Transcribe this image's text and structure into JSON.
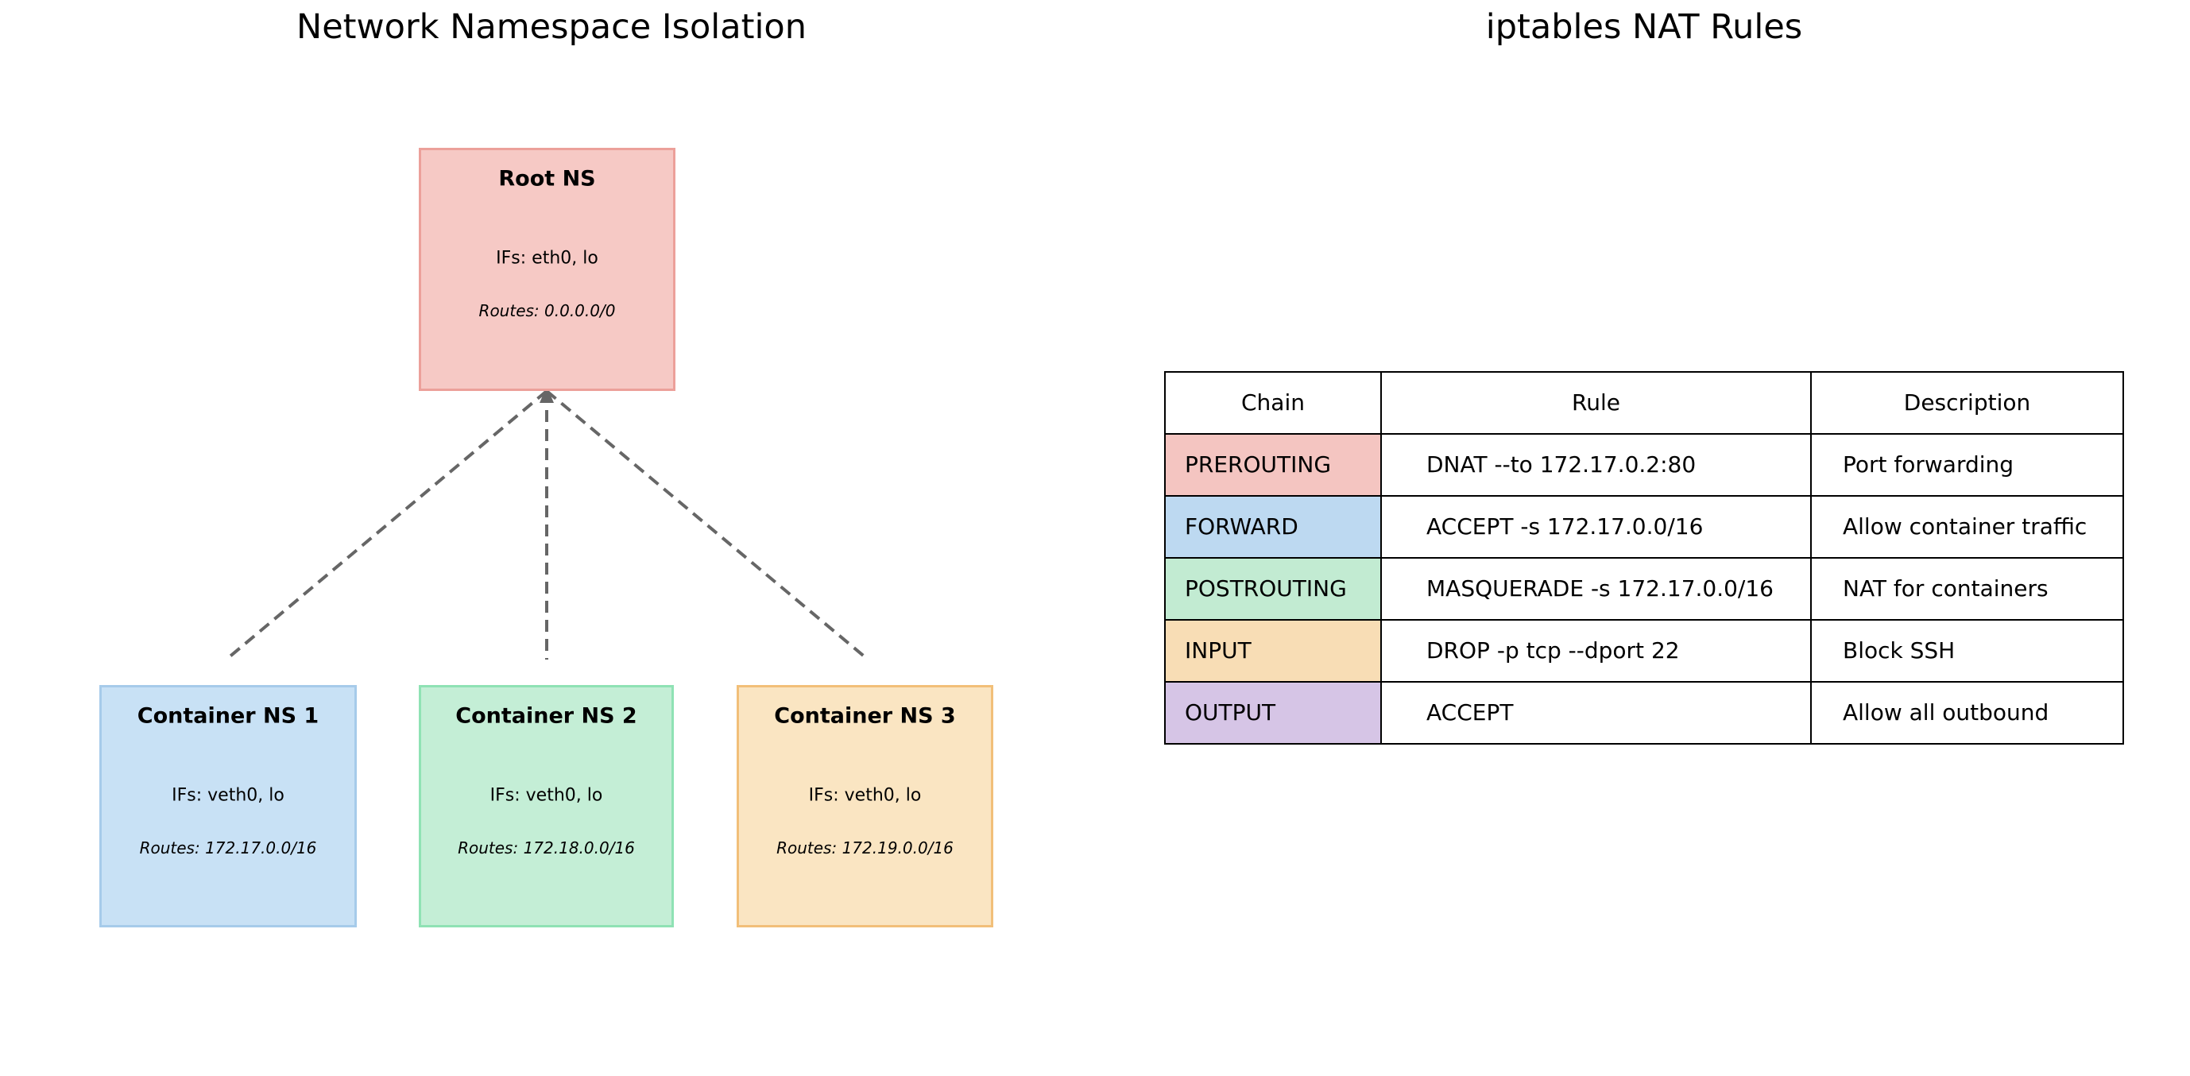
{
  "figure": {
    "background": "#ffffff",
    "text_color": "#000000"
  },
  "left_panel": {
    "title": "Network Namespace Isolation",
    "connector_color": "#666666",
    "nodes": [
      {
        "id": "root-ns",
        "title": "Root NS",
        "interfaces": "IFs: eth0, lo",
        "routes": "Routes: 0.0.0.0/0",
        "fill": "#f6c9c5",
        "border": "#eca09a"
      },
      {
        "id": "container-ns-1",
        "title": "Container NS 1",
        "interfaces": "IFs: veth0, lo",
        "routes": "Routes: 172.17.0.0/16",
        "fill": "#c8e1f5",
        "border": "#a6cbea"
      },
      {
        "id": "container-ns-2",
        "title": "Container NS 2",
        "interfaces": "IFs: veth0, lo",
        "routes": "Routes: 172.18.0.0/16",
        "fill": "#c4eed6",
        "border": "#8fe2b4"
      },
      {
        "id": "container-ns-3",
        "title": "Container NS 3",
        "interfaces": "IFs: veth0, lo",
        "routes": "Routes: 172.19.0.0/16",
        "fill": "#fae5c2",
        "border": "#f2bf79"
      }
    ],
    "edges": [
      {
        "from": "Root NS",
        "to": "Container NS 1",
        "style": "dashed"
      },
      {
        "from": "Root NS",
        "to": "Container NS 2",
        "style": "dashed"
      },
      {
        "from": "Root NS",
        "to": "Container NS 3",
        "style": "dashed"
      }
    ]
  },
  "right_panel": {
    "title": "iptables NAT Rules",
    "table": {
      "border_color": "#000000",
      "headers": [
        "Chain",
        "Rule",
        "Description"
      ],
      "rows": [
        {
          "chain": "PREROUTING",
          "rule": "DNAT --to 172.17.0.2:80",
          "description": "Port forwarding",
          "chain_color": "#f4c5c1"
        },
        {
          "chain": "FORWARD",
          "rule": "ACCEPT -s 172.17.0.0/16",
          "description": "Allow container traffic",
          "chain_color": "#bdd9f1"
        },
        {
          "chain": "POSTROUTING",
          "rule": "MASQUERADE -s 172.17.0.0/16",
          "description": "NAT for containers",
          "chain_color": "#c2ebd2"
        },
        {
          "chain": "INPUT",
          "rule": "DROP -p tcp --dport 22",
          "description": "Block SSH",
          "chain_color": "#f8ddb5"
        },
        {
          "chain": "OUTPUT",
          "rule": "ACCEPT",
          "description": "Allow all outbound",
          "chain_color": "#d6c5e6"
        }
      ]
    }
  }
}
